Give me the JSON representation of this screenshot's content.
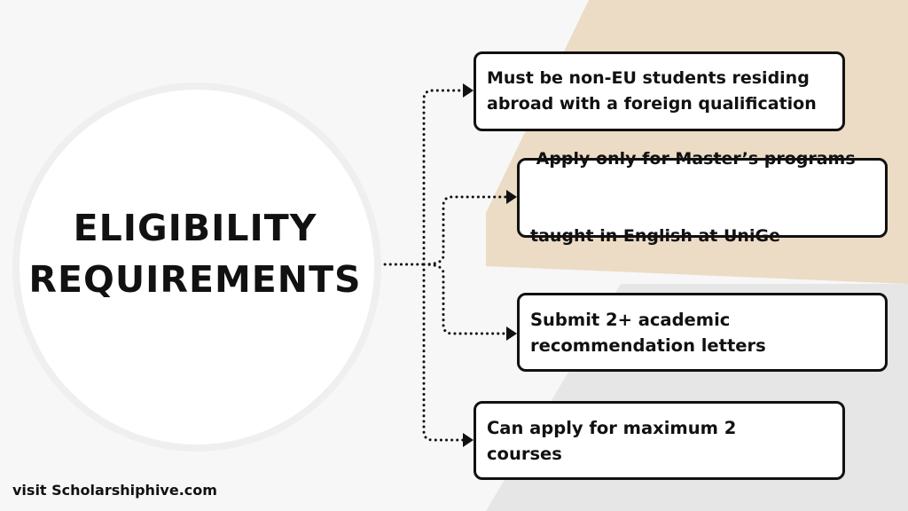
{
  "diagram": {
    "title_lines": [
      "ELIGIBILITY",
      "REQUIREMENTS"
    ],
    "requirements": [
      {
        "lines": [
          "Must be non-EU students residing",
          "abroad with a foreign qualification"
        ]
      },
      {
        "lines": [
          " Apply only for Master’s programs",
          "taught in English at UniGe"
        ]
      },
      {
        "lines": [
          "Submit 2+ academic",
          "recommendation letters"
        ]
      },
      {
        "lines": [
          "Can apply for maximum 2",
          "courses"
        ]
      }
    ],
    "footer": "visit Scholarshiphive.com"
  },
  "colors": {
    "background": "#f7f7f7",
    "beige_accent": "#ecdcc5",
    "gray_accent": "#e6e6e6",
    "ink": "#111111",
    "box_fill": "#ffffff"
  }
}
